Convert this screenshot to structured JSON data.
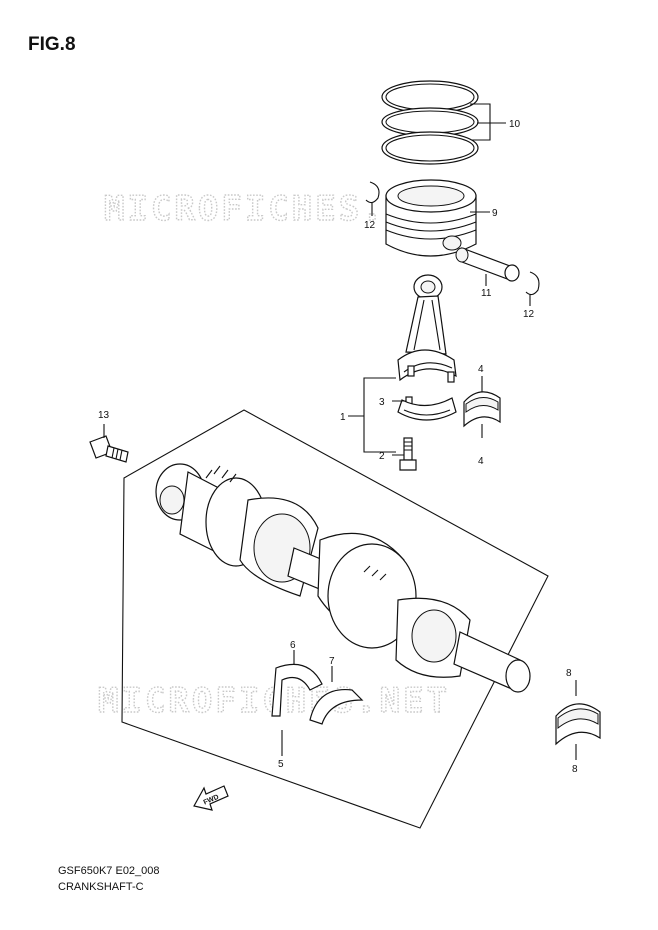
{
  "figure": {
    "title": "FIG.8",
    "code": "GSF650K7 E02_008",
    "name": "CRANKSHAFT-C"
  },
  "watermark": {
    "text": "MICROFICHES.NET"
  },
  "callouts": {
    "c1": "1",
    "c2": "2",
    "c3": "3",
    "c4a": "4",
    "c4b": "4",
    "c5": "5",
    "c6": "6",
    "c7": "7",
    "c8a": "8",
    "c8b": "8",
    "c9": "9",
    "c10": "10",
    "c11": "11",
    "c12a": "12",
    "c12b": "12",
    "c13": "13"
  },
  "fwd_label": "FWD"
}
